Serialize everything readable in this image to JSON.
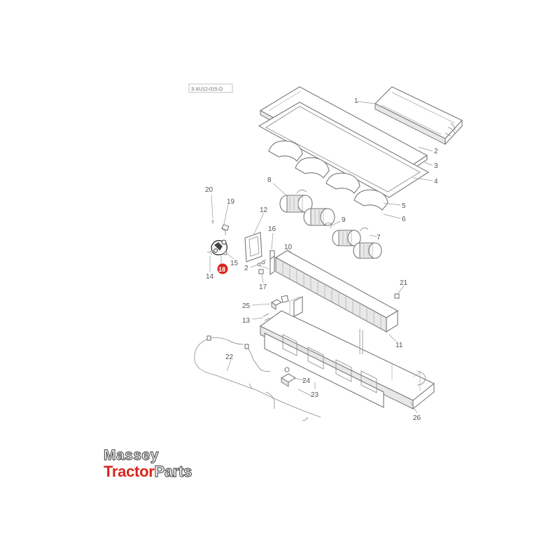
{
  "reference_code": "3-XU12-015-D",
  "highlight_color": "#d9261c",
  "highlighted_callout": "18",
  "callouts": [
    {
      "id": "c1",
      "label": "1"
    },
    {
      "id": "c2a",
      "label": "2"
    },
    {
      "id": "c3",
      "label": "3"
    },
    {
      "id": "c4",
      "label": "4"
    },
    {
      "id": "c5",
      "label": "5"
    },
    {
      "id": "c6",
      "label": "6"
    },
    {
      "id": "c7",
      "label": "7"
    },
    {
      "id": "c8",
      "label": "8"
    },
    {
      "id": "c9",
      "label": "9"
    },
    {
      "id": "c10",
      "label": "10"
    },
    {
      "id": "c11",
      "label": "11"
    },
    {
      "id": "c12",
      "label": "12"
    },
    {
      "id": "c13",
      "label": "13"
    },
    {
      "id": "c14",
      "label": "14"
    },
    {
      "id": "c15",
      "label": "15"
    },
    {
      "id": "c16",
      "label": "16"
    },
    {
      "id": "c17",
      "label": "17"
    },
    {
      "id": "c18",
      "label": "18"
    },
    {
      "id": "c19",
      "label": "19"
    },
    {
      "id": "c20",
      "label": "20"
    },
    {
      "id": "c21",
      "label": "21"
    },
    {
      "id": "c22",
      "label": "22"
    },
    {
      "id": "c23",
      "label": "23"
    },
    {
      "id": "c24",
      "label": "24"
    },
    {
      "id": "c25",
      "label": "25"
    },
    {
      "id": "c26",
      "label": "26"
    },
    {
      "id": "c2b",
      "label": "2"
    }
  ],
  "logo": {
    "line1": "Massey",
    "line2_red": "Tractor",
    "line2_outline": "Parts"
  }
}
